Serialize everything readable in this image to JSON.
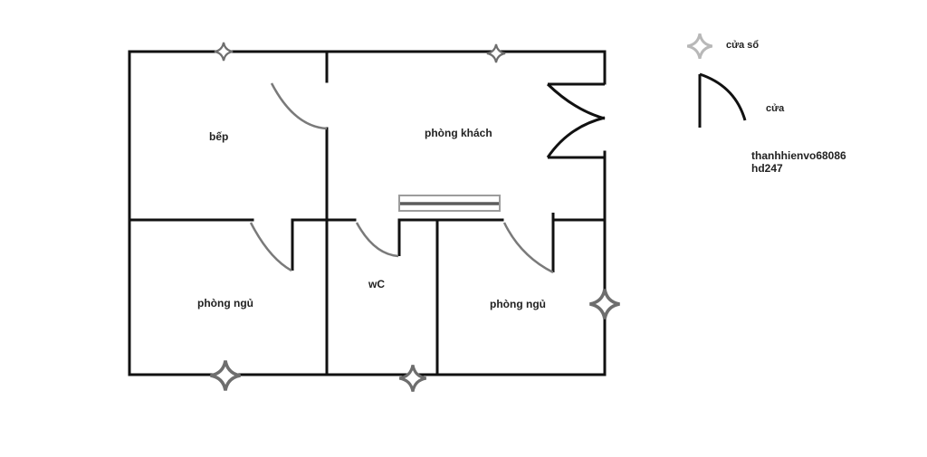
{
  "rooms": {
    "kitchen": "bếp",
    "living": "phòng khách",
    "bedroom_left": "phòng ngủ",
    "wc": "wC",
    "bedroom_right": "phòng ngủ"
  },
  "legend": {
    "window_label": "cửa sổ",
    "door_label": "cửa"
  },
  "author": {
    "line1": "thanhhienvo68086",
    "line2": "hd247"
  },
  "colors": {
    "wall": "#111111",
    "door": "#7a7a7a",
    "window_symbol": "#6e6e6e",
    "legend_window_symbol": "#b8b8b8"
  }
}
